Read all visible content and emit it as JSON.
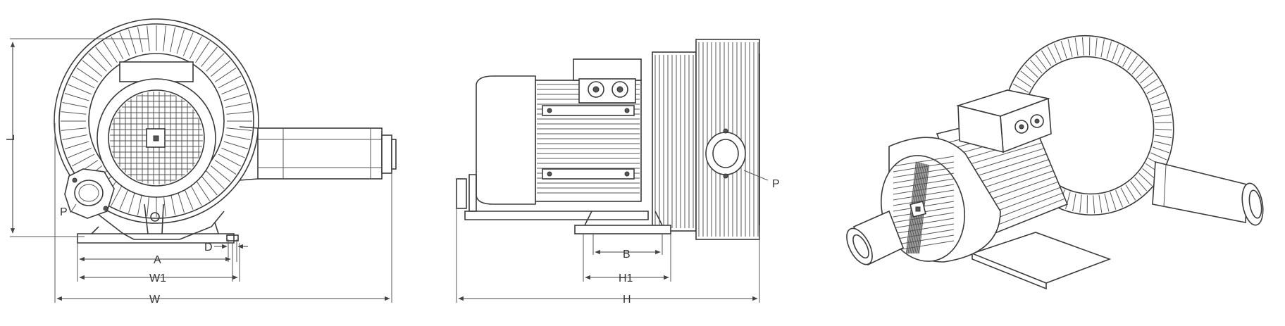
{
  "front_view": {
    "dim_height": "L",
    "dim_inlet_outlet": "P",
    "dim_mount_hole": "D",
    "dim_foot_spacing": "A",
    "dim_base_width": "W1",
    "dim_overall_width": "W"
  },
  "side_view": {
    "dim_inlet_outlet": "P",
    "dim_foot_spacing": "B",
    "dim_base_length": "H1",
    "dim_overall_length": "H"
  },
  "colors": {
    "line": "#3a3a3a",
    "background": "#ffffff"
  }
}
